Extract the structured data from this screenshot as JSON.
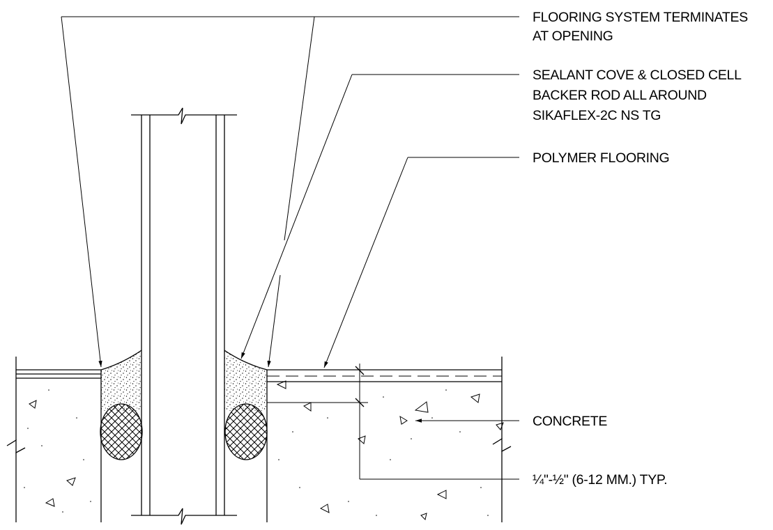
{
  "labels": {
    "flooring_terminates_1": "FLOORING SYSTEM TERMINATES",
    "flooring_terminates_2": "AT OPENING",
    "sealant_1": "SEALANT COVE & CLOSED CELL",
    "sealant_2": "BACKER ROD ALL AROUND",
    "sealant_3": "SIKAFLEX-2C NS TG",
    "polymer": "POLYMER FLOORING",
    "concrete": "CONCRETE",
    "dimension": "¼\"-½\" (6-12 MM.) TYP."
  },
  "colors": {
    "line": "#000000",
    "background": "#ffffff"
  }
}
